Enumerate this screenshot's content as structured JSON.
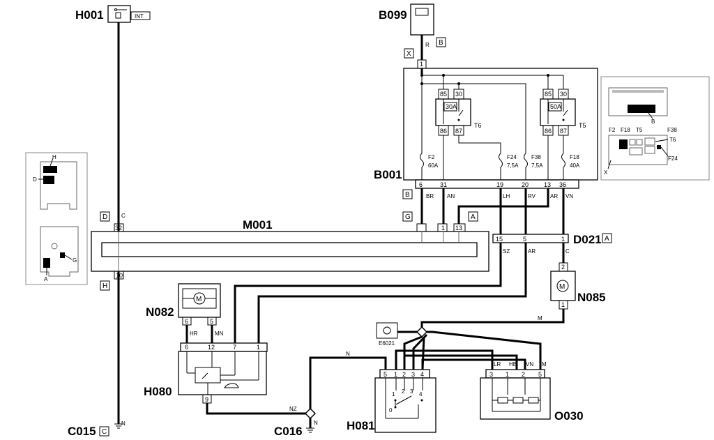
{
  "components": {
    "H001": "H001",
    "B099": "B099",
    "B001": "B001",
    "M001": "M001",
    "D021": "D021",
    "N082": "N082",
    "N085": "N085",
    "H080": "H080",
    "H081": "H081",
    "O030": "O030",
    "C015": "C015",
    "C016": "C016",
    "E6021": "E6021"
  },
  "connector_letters": {
    "int": "INT",
    "x": "X",
    "b_top": "B",
    "b_mid": "B",
    "d": "D",
    "h": "H",
    "g": "G",
    "a": "A",
    "a_d021": "A",
    "c_c015": "C"
  },
  "wire_colors": {
    "r": "R",
    "c_h001": "C",
    "br": "BR",
    "an": "AN",
    "lh": "LH",
    "rv": "RV",
    "ar": "AR",
    "vn": "VN",
    "sz": "SZ",
    "ar2": "AR",
    "c_n085": "C",
    "m": "M",
    "hr": "HR",
    "mn": "MN",
    "n": "N",
    "nz": "NZ",
    "n_c015": "N",
    "n_c016": "N",
    "lr": "LR",
    "hb": "HB",
    "vn2": "VN",
    "m2": "M"
  },
  "relays": {
    "t6": {
      "name": "T6",
      "rating": "30A",
      "pins": [
        "85",
        "30",
        "86",
        "87"
      ]
    },
    "t5": {
      "name": "T5",
      "rating": "50A",
      "pins": [
        "85",
        "30",
        "86",
        "87"
      ]
    }
  },
  "fuses": [
    {
      "name": "F2",
      "rating": "60A"
    },
    {
      "name": "F24",
      "rating": "7,5A"
    },
    {
      "name": "F38",
      "rating": "7,5A"
    },
    {
      "name": "F18",
      "rating": "40A"
    }
  ],
  "pins": {
    "b099": "1",
    "b001_bottom": [
      "6",
      "31",
      "19",
      "20",
      "13",
      "36"
    ],
    "m001_top": [
      "32",
      "1",
      "13"
    ],
    "m001_bottom": "10",
    "d021": [
      "15",
      "5",
      "1"
    ],
    "n085": [
      "2",
      "1"
    ],
    "n082": [
      "6",
      "5"
    ],
    "h080_top": [
      "6",
      "12",
      "7",
      "1"
    ],
    "h080_bottom": "9",
    "h081": [
      "5",
      "1",
      "2",
      "3",
      "4"
    ],
    "h081_inner": [
      "1",
      "2",
      "3",
      "4",
      "0"
    ],
    "o030": [
      "3",
      "1",
      "2",
      "5"
    ]
  },
  "inset_left": {
    "labels": [
      "H",
      "D",
      "G",
      "A"
    ]
  },
  "inset_right": {
    "labels": [
      "B",
      "F2",
      "F18",
      "T5",
      "F38",
      "T6",
      "F24",
      "X"
    ]
  }
}
